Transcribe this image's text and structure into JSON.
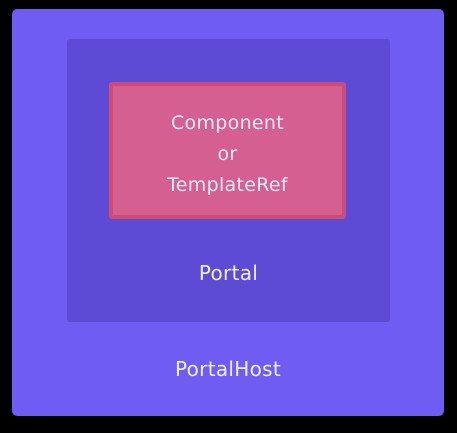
{
  "host": {
    "label": "PortalHost",
    "color": "#6e5cf3"
  },
  "portal": {
    "label": "Portal",
    "color": "#5e4bd5"
  },
  "content": {
    "line1": "Component",
    "line2": "or",
    "line3": "TemplateRef",
    "color": "#d55f8e"
  }
}
